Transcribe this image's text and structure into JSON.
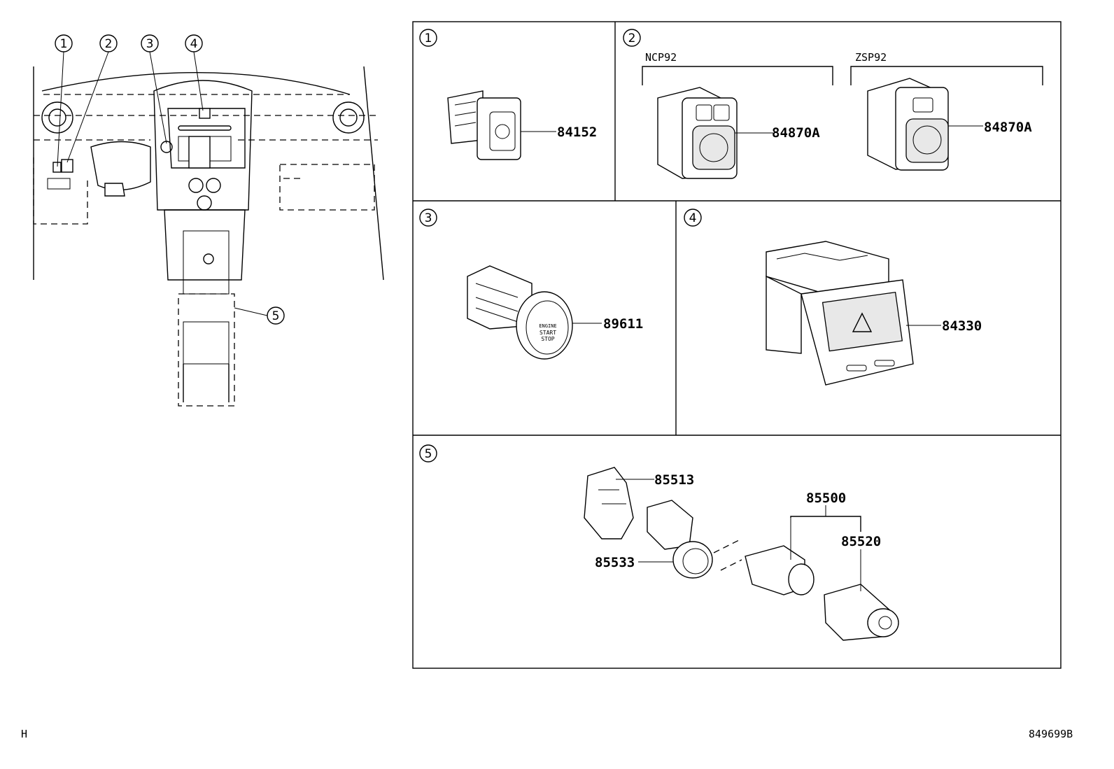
{
  "callouts": [
    {
      "number": "1"
    },
    {
      "number": "2"
    },
    {
      "number": "3"
    },
    {
      "number": "4"
    },
    {
      "number": "5"
    }
  ],
  "panels": [
    {
      "number": "1",
      "parts": [
        "84152"
      ]
    },
    {
      "number": "2",
      "variants": [
        {
          "model": "NCP92",
          "part": "84870A"
        },
        {
          "model": "ZSP92",
          "part": "84870A"
        }
      ]
    },
    {
      "number": "3",
      "parts": [
        "89611"
      ],
      "button_text": [
        "ENGINE",
        "START",
        "STOP"
      ]
    },
    {
      "number": "4",
      "parts": [
        "84330"
      ]
    },
    {
      "number": "5",
      "parts": [
        "85513",
        "85533",
        "85500",
        "85520"
      ]
    }
  ],
  "footer": {
    "left": "H",
    "right": "849699B"
  }
}
